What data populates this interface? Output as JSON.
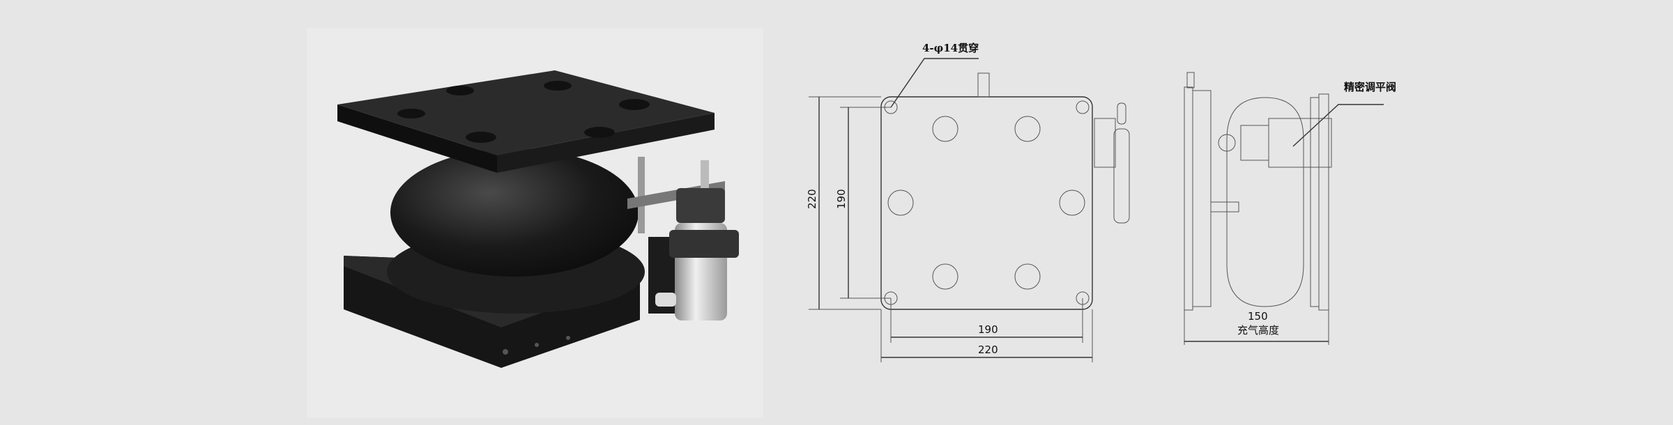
{
  "front_view": {
    "hole_note": "4-φ14贯穿",
    "outer_height": "220",
    "inner_height": "190",
    "inner_width": "190",
    "outer_width": "220"
  },
  "side_view": {
    "valve_label": "精密调平阀",
    "inflated_height_value": "150",
    "inflated_height_label": "充气高度"
  },
  "colors": {
    "background": "#e6e6e6",
    "product_black": "#1c1c1c",
    "line": "#333333"
  }
}
